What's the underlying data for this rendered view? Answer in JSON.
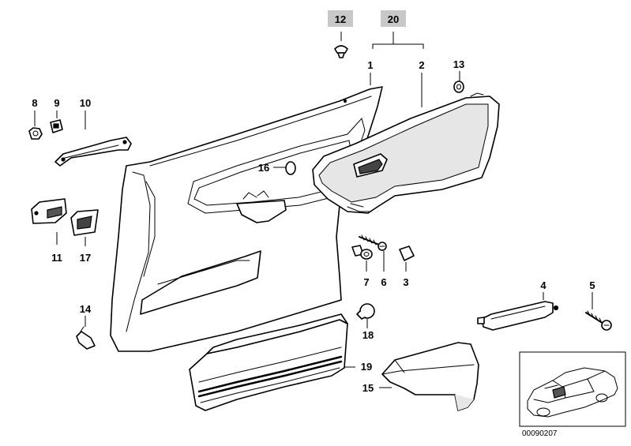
{
  "labels": [
    {
      "id": "1",
      "text": "1"
    },
    {
      "id": "2",
      "text": "2"
    },
    {
      "id": "3",
      "text": "3"
    },
    {
      "id": "4",
      "text": "4"
    },
    {
      "id": "5",
      "text": "5"
    },
    {
      "id": "6",
      "text": "6"
    },
    {
      "id": "7",
      "text": "7"
    },
    {
      "id": "8",
      "text": "8"
    },
    {
      "id": "9",
      "text": "9"
    },
    {
      "id": "10",
      "text": "10"
    },
    {
      "id": "11",
      "text": "11"
    },
    {
      "id": "12",
      "text": "12"
    },
    {
      "id": "13",
      "text": "13"
    },
    {
      "id": "14",
      "text": "14"
    },
    {
      "id": "15",
      "text": "15"
    },
    {
      "id": "16",
      "text": "16"
    },
    {
      "id": "17",
      "text": "17"
    },
    {
      "id": "18",
      "text": "18"
    },
    {
      "id": "19",
      "text": "19"
    },
    {
      "id": "20",
      "text": "20"
    }
  ],
  "highlighted_labels": [
    "12",
    "20"
  ],
  "reference_number": "00090207",
  "colors": {
    "ink": "#000000",
    "label_box": "#c8c8c8",
    "background": "#ffffff"
  }
}
